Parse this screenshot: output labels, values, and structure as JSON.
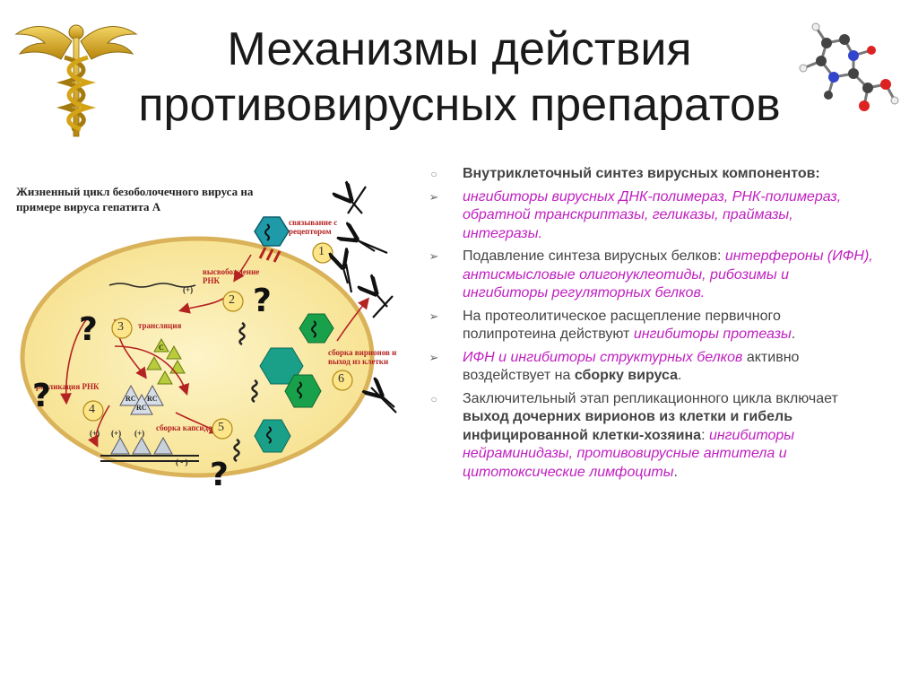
{
  "title": {
    "line1": "Механизмы действия",
    "line2": "противовирусных препаратов"
  },
  "diagram": {
    "title_line1": "Жизненный цикл безоболочечного вируса на",
    "title_line2": "примере вируса гепатита А",
    "labels": {
      "binding": "связывание с",
      "binding2": "рецептором",
      "release": "высвобождение",
      "release2": "РНК",
      "translation": "трансляция",
      "replication": "репликация РНК",
      "capsid": "сборка капсида",
      "assembly": "сборка вирионов и",
      "assembly2": "выход из клетки",
      "plus1": "(+)",
      "plus2": "(+)",
      "plus3": "(+)",
      "plus4": "(+)",
      "minus": "( - )",
      "rc1": "RC",
      "rc2": "RC",
      "rc3": "RC",
      "c": "C"
    },
    "steps": [
      "1",
      "2",
      "3",
      "4",
      "5",
      "6"
    ],
    "question_mark": "?"
  },
  "bullets": [
    {
      "marker": "○",
      "parts": [
        {
          "text": "Внутриклеточный синтез вирусных компонентов:",
          "style": "b"
        }
      ]
    },
    {
      "marker": "➢",
      "parts": [
        {
          "text": "ингибиторы вирусных ДНК-полимераз, РНК-полимераз, обратной транскриптазы, геликазы, праймазы, интегразы.",
          "style": "m"
        }
      ]
    },
    {
      "marker": "➢",
      "parts": [
        {
          "text": "Подавление синтеза вирусных белков: ",
          "style": ""
        },
        {
          "text": "интерфероны (ИФН), антисмысловые олигонуклеотиды, рибозимы и ингибиторы регуляторных белков.",
          "style": "m"
        }
      ]
    },
    {
      "marker": "➢",
      "parts": [
        {
          "text": "На протеолитическое расщепление первичного полипротеина действуют ",
          "style": ""
        },
        {
          "text": "ингибиторы протеазы",
          "style": "m"
        },
        {
          "text": ".",
          "style": ""
        }
      ]
    },
    {
      "marker": "➢",
      "parts": [
        {
          "text": "ИФН и ингибиторы структурных белков",
          "style": "m"
        },
        {
          "text": " активно воздействует на ",
          "style": ""
        },
        {
          "text": "сборку вируса",
          "style": "b"
        },
        {
          "text": ".",
          "style": ""
        }
      ]
    },
    {
      "marker": "○",
      "parts": [
        {
          "text": "Заключительный этап репликационного цикла включает ",
          "style": ""
        },
        {
          "text": "выход дочерних вирионов из клетки и гибель инфицированной клетки-хозяина",
          "style": "b"
        },
        {
          "text": ": ",
          "style": ""
        },
        {
          "text": "ингибиторы нейраминидазы, противовирусные антитела и цитотоксические лимфоциты",
          "style": "m"
        },
        {
          "text": ".",
          "style": ""
        }
      ]
    }
  ]
}
